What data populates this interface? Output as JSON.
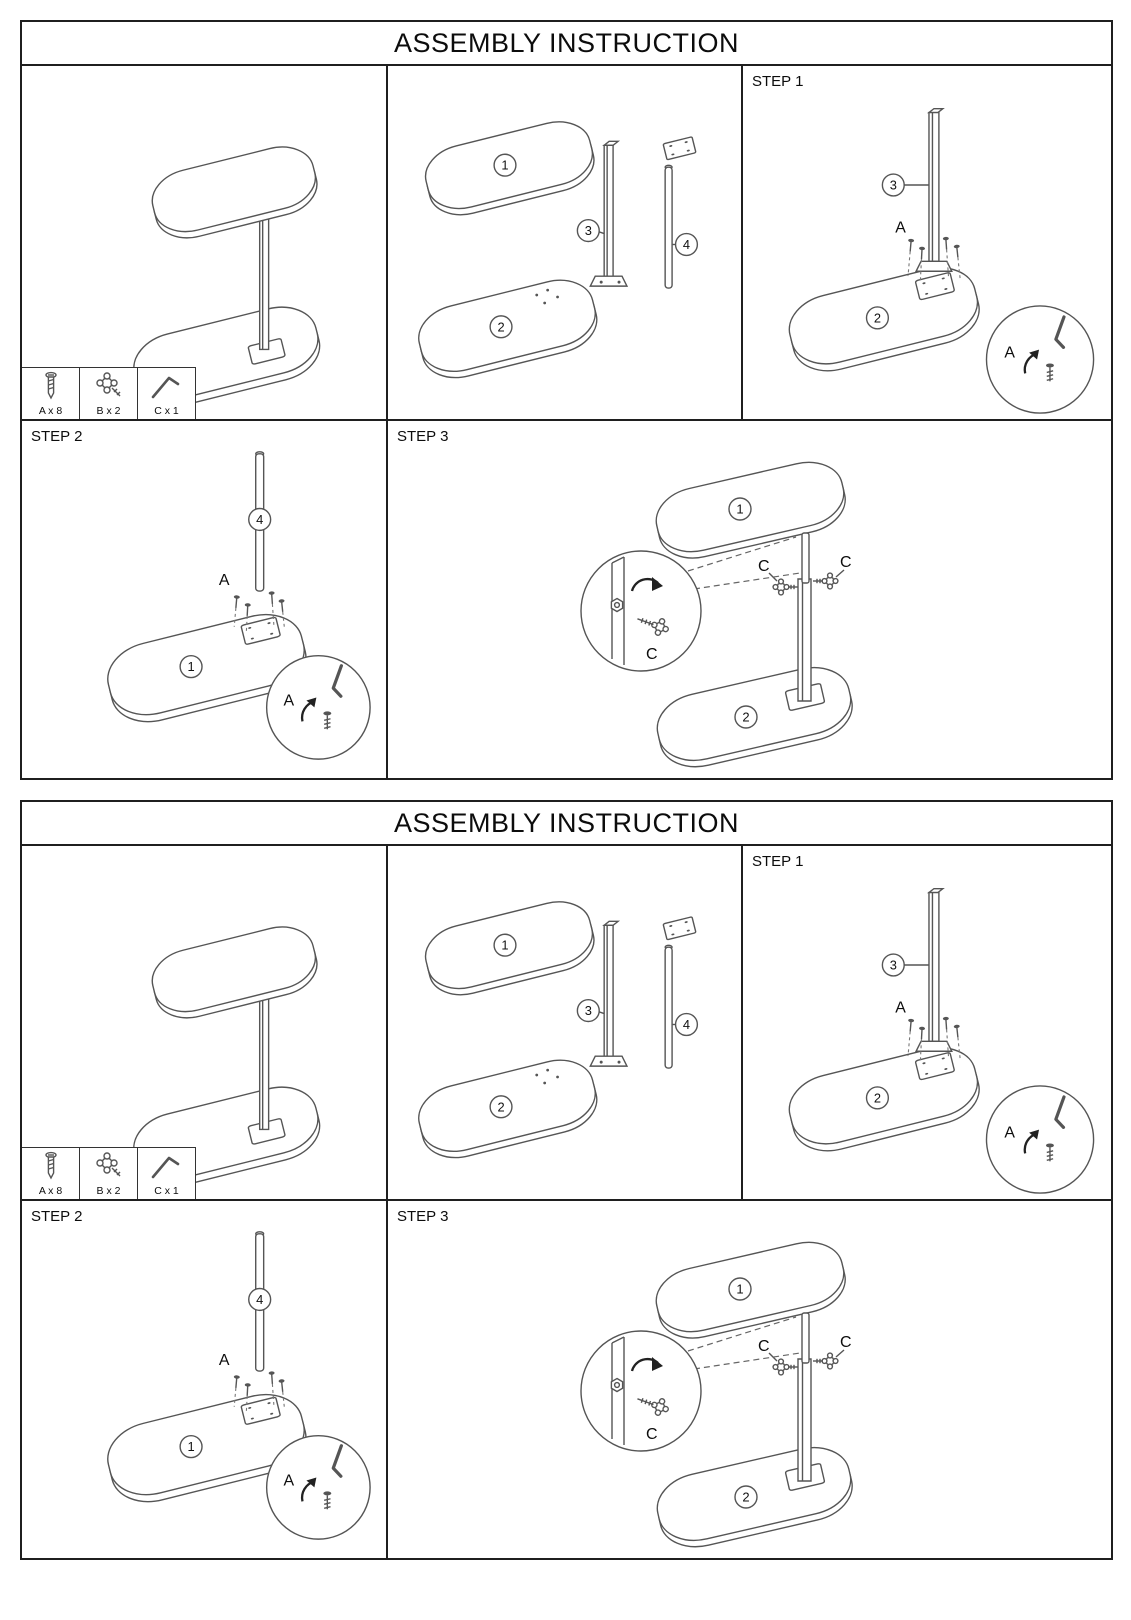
{
  "page": {
    "title": "ASSEMBLY INSTRUCTION"
  },
  "steps": {
    "step1": "STEP 1",
    "step2": "STEP 2",
    "step3": "STEP 3"
  },
  "hardware": {
    "a": "A x 8",
    "b": "B x 2",
    "c": "C x 1"
  },
  "parts": {
    "p1": "1",
    "p2": "2",
    "p3": "3",
    "p4": "4"
  },
  "labels": {
    "a": "A",
    "c": "C"
  },
  "colors": {
    "line": "#555555",
    "ink": "#111111",
    "border": "#1f1f1f"
  }
}
